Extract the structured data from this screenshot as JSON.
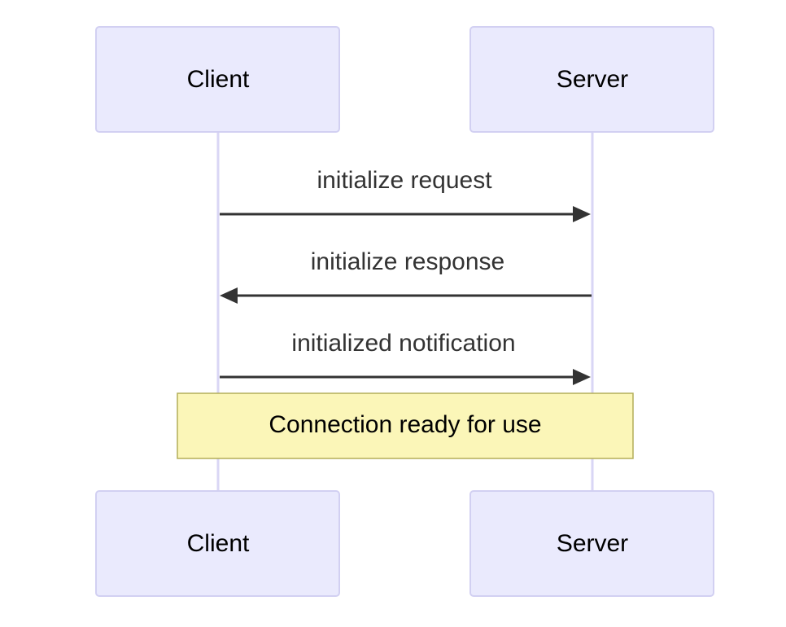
{
  "diagram": {
    "type": "sequence",
    "participants": [
      {
        "id": "client",
        "label": "Client"
      },
      {
        "id": "server",
        "label": "Server"
      }
    ],
    "messages": [
      {
        "from": "client",
        "to": "server",
        "label": "initialize request"
      },
      {
        "from": "server",
        "to": "client",
        "label": "initialize response"
      },
      {
        "from": "client",
        "to": "server",
        "label": "initialized notification"
      }
    ],
    "note": {
      "over": [
        "client",
        "server"
      ],
      "label": "Connection ready for use"
    },
    "colors": {
      "actor_fill": "#eaeafd",
      "actor_stroke": "#d2d0f2",
      "lifeline": "#d9d6f5",
      "message_line": "#333333",
      "note_fill": "#fbf6b8",
      "note_stroke": "#b3ad58"
    }
  }
}
